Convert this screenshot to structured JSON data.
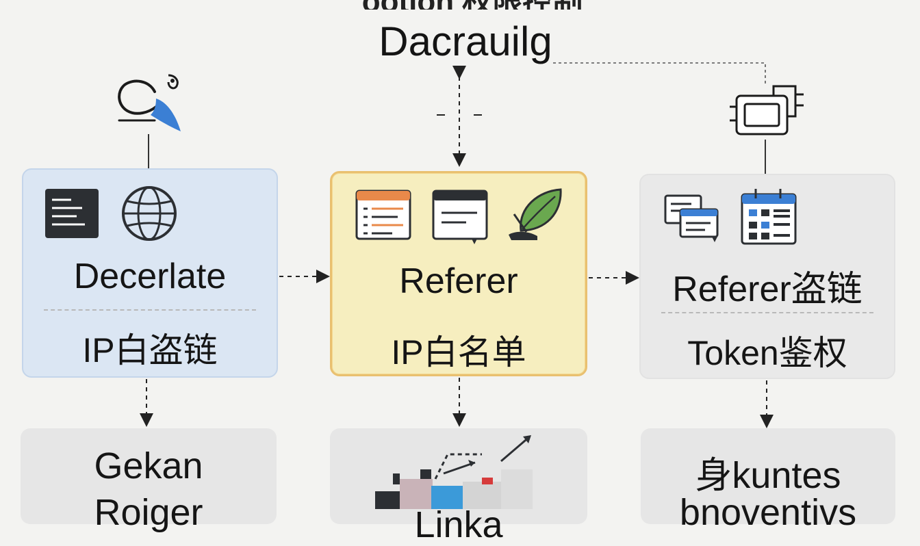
{
  "header": {
    "top_title": "ootion 权限控制",
    "heading": "Dacrauilg"
  },
  "cards": {
    "left": {
      "title": "Decerlate",
      "subtitle": "IP白盗链"
    },
    "middle": {
      "title": "Referer",
      "subtitle": "IP白名单"
    },
    "right": {
      "title": "Referer盗链",
      "subtitle": "Token鉴权"
    }
  },
  "bottom": {
    "left": {
      "line1": "Gekan",
      "line2": "Roiger"
    },
    "middle": {
      "line2": "Linka"
    },
    "right": {
      "line1": "身kuntes",
      "line2": "bnoventivs"
    }
  },
  "colors": {
    "accent_blue": "#3b7fd4",
    "accent_orange": "#e9894a",
    "accent_green": "#6aa84f",
    "card_blue": "#dbe6f3",
    "card_yellow": "#f6eebf",
    "card_gray": "#e9e9e9"
  },
  "icons": {
    "top_left": "bird-logo-icon",
    "top_right": "chip-icon",
    "left_card": [
      "document-list-icon",
      "globe-icon"
    ],
    "middle_card": [
      "spreadsheet-icon",
      "browser-window-icon",
      "leaf-icon"
    ],
    "right_card": [
      "cards-stack-icon",
      "calendar-grid-icon"
    ],
    "bottom_middle": "bar-chart-arrow-icon"
  }
}
